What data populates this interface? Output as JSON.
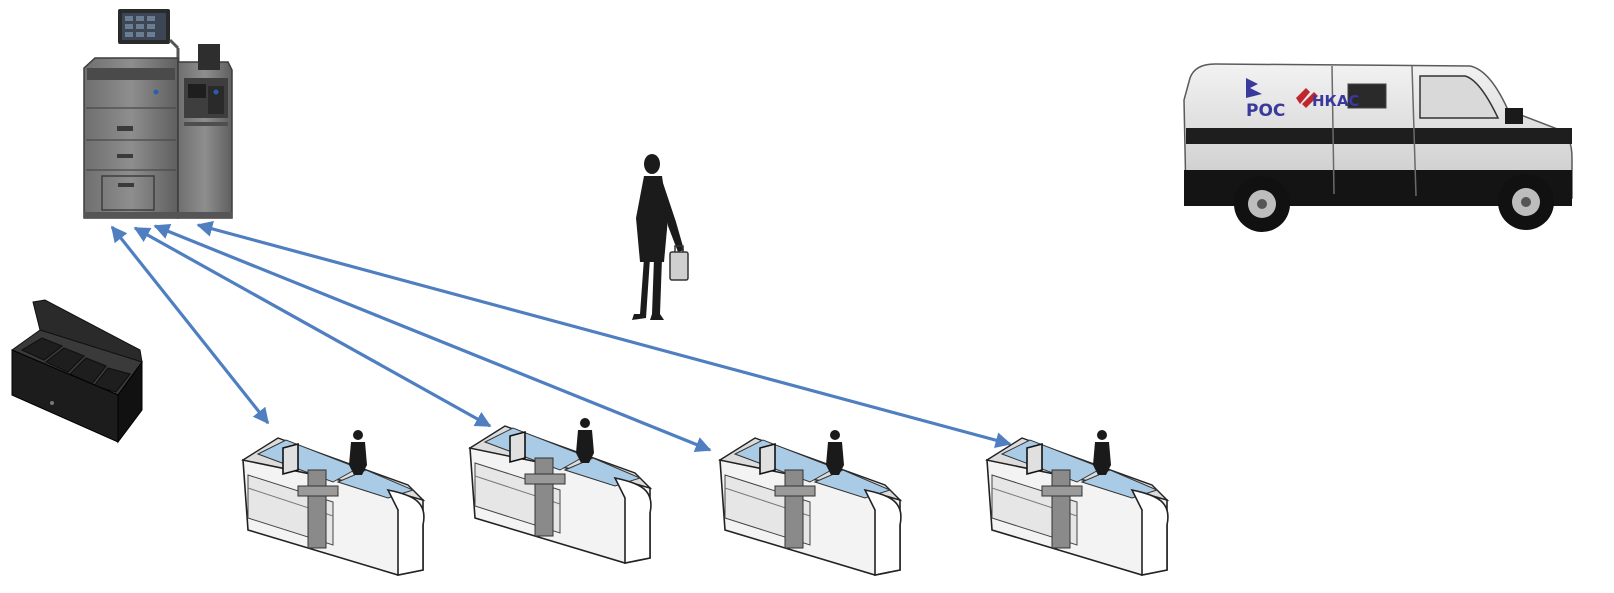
{
  "diagram": {
    "nodes": [
      {
        "id": "cash-recycler",
        "icon": "cash-recycler-machine"
      },
      {
        "id": "cash-drawer",
        "icon": "cash-drawer-open"
      },
      {
        "id": "courier",
        "icon": "person-with-bag-silhouette"
      },
      {
        "id": "armored-van",
        "icon": "cash-collection-van"
      },
      {
        "id": "checkout-1",
        "icon": "checkout-counter-with-cashier"
      },
      {
        "id": "checkout-2",
        "icon": "checkout-counter-with-cashier"
      },
      {
        "id": "checkout-3",
        "icon": "checkout-counter-with-cashier"
      },
      {
        "id": "checkout-4",
        "icon": "checkout-counter-with-cashier"
      }
    ],
    "edges": [
      {
        "from": "cash-recycler",
        "to": "checkout-1",
        "direction": "both"
      },
      {
        "from": "cash-recycler",
        "to": "checkout-2",
        "direction": "both"
      },
      {
        "from": "cash-recycler",
        "to": "checkout-3",
        "direction": "both"
      },
      {
        "from": "cash-recycler",
        "to": "checkout-4",
        "direction": "both"
      }
    ]
  },
  "van_logo": {
    "part1": "РОС",
    "part2": "НКАС"
  },
  "colors": {
    "arrow": "#4f7fc1",
    "logo": "#3a3aa0",
    "logo_stripe": "#c0262d",
    "belt": "#a9cbe6"
  }
}
